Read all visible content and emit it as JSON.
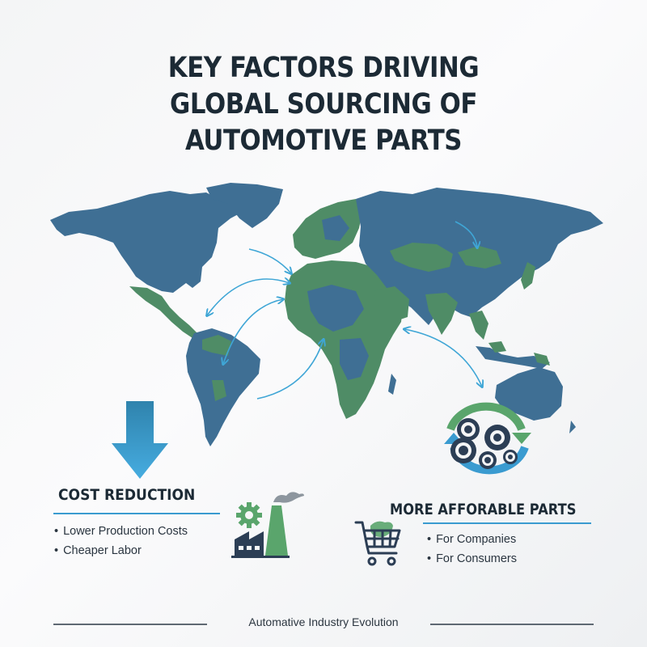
{
  "title": {
    "lines": [
      "KEY FACTORS DRIVING",
      "GLOBAL SOURCING OF",
      "AUTOMOTIVE PARTS"
    ]
  },
  "map": {
    "icon": "world-map",
    "colors": {
      "land_primary": "#3f6f94",
      "land_secondary": "#4f8c66",
      "arrows": "#3fa6d6"
    },
    "arrows": [
      "north-america-to-europe",
      "africa-to-caribbean",
      "south-america-to-west-africa",
      "south-america-to-central-africa",
      "russia-to-mongolia",
      "east-africa-to-australia"
    ]
  },
  "cost_reduction": {
    "icon": "down-arrow-icon",
    "title": "COST REDUCTION",
    "bullets": [
      "Lower Production Costs",
      "Cheaper Labor"
    ],
    "illustration": "factory-with-gear-icon"
  },
  "affordable_parts": {
    "icon": "gears-cycle-icon",
    "title": "MORE AFFORABLE PARTS",
    "bullets": [
      "For Companies",
      "For Consumers"
    ],
    "illustration": "shopping-cart-icon"
  },
  "footer": {
    "text": "Automative Industry Evolution"
  },
  "colors": {
    "heading": "#1c2a35",
    "accent_blue": "#3a9bd0",
    "accent_green": "#5aa56c",
    "dark_navy": "#2c3e55"
  }
}
